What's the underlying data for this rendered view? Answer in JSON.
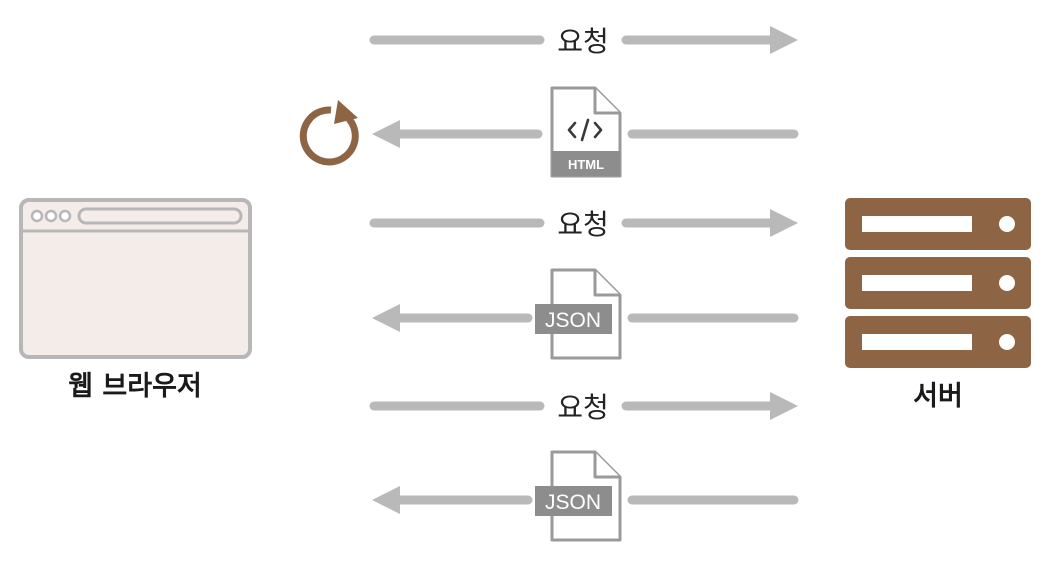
{
  "nodes": {
    "browser_label": "웹 브라우저",
    "server_label": "서버"
  },
  "flows": [
    {
      "direction": "right",
      "label": "요청"
    },
    {
      "direction": "left",
      "document": "HTML",
      "document_icon": "code-icon"
    },
    {
      "direction": "right",
      "label": "요청"
    },
    {
      "direction": "left",
      "document": "JSON"
    },
    {
      "direction": "right",
      "label": "요청"
    },
    {
      "direction": "left",
      "document": "JSON"
    }
  ],
  "icons": {
    "refresh": "refresh-icon",
    "browser": "browser-window-icon",
    "server": "server-rack-icon",
    "document": "file-icon"
  },
  "colors": {
    "arrow": "#b9b9ba",
    "accent_brown": "#8d6545",
    "browser_fill": "#f3ece8",
    "doc_band": "#8d8d8e"
  }
}
